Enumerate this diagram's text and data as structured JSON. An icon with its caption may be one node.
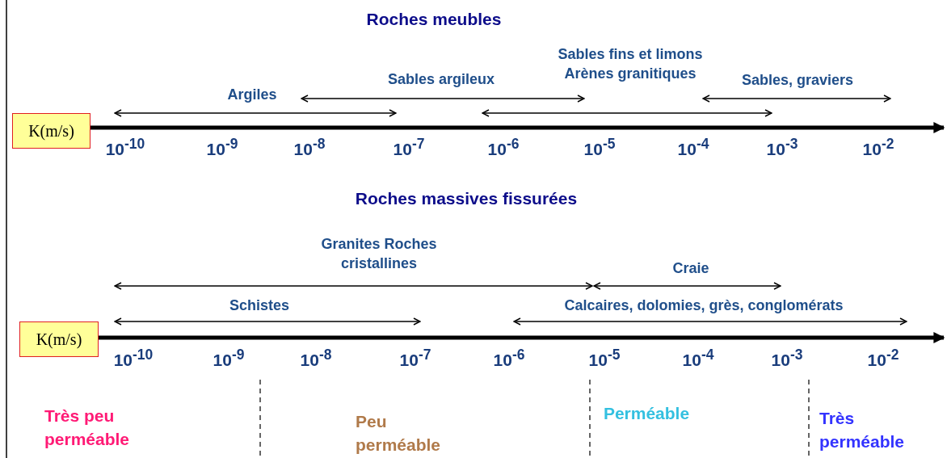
{
  "diagram": {
    "nodes": [
      {
        "text": [
          "K(m/s)"
        ]
      },
      {
        "text": [
          "K(m/s)"
        ]
      }
    ],
    "labels": [
      "Roches meubles",
      "Sables fins et limons Arènes granitiques",
      "Sables argileux",
      "Sables, graviers",
      "Argiles",
      "10$^{-10}$",
      "10$^{-9}$",
      "10$^{-8}$",
      "10$^{-7}$",
      "10$^{-6}$",
      "10$^{-5}$",
      "10$^{-4}$",
      "10$^{-3}$",
      "10$^{-2}$",
      "Roches massives fissurées",
      "Granites Roches cristallines",
      "Craie",
      "Schistes",
      "Calcaires, dolomies, grès, conglomérats",
      "10$^{-10}$",
      "10$^{-9}$",
      "10$^{-8}$",
      "10$^{-7}$",
      "10$^{-6}$",
      "10$^{-5}$",
      "10$^{-4}$",
      "10$^{-3}$",
      "10$^{-2}$",
      "Très peu perméable",
      "Peu perméable",
      "Perméable",
      "Très perméable"
    ]
  }
}
